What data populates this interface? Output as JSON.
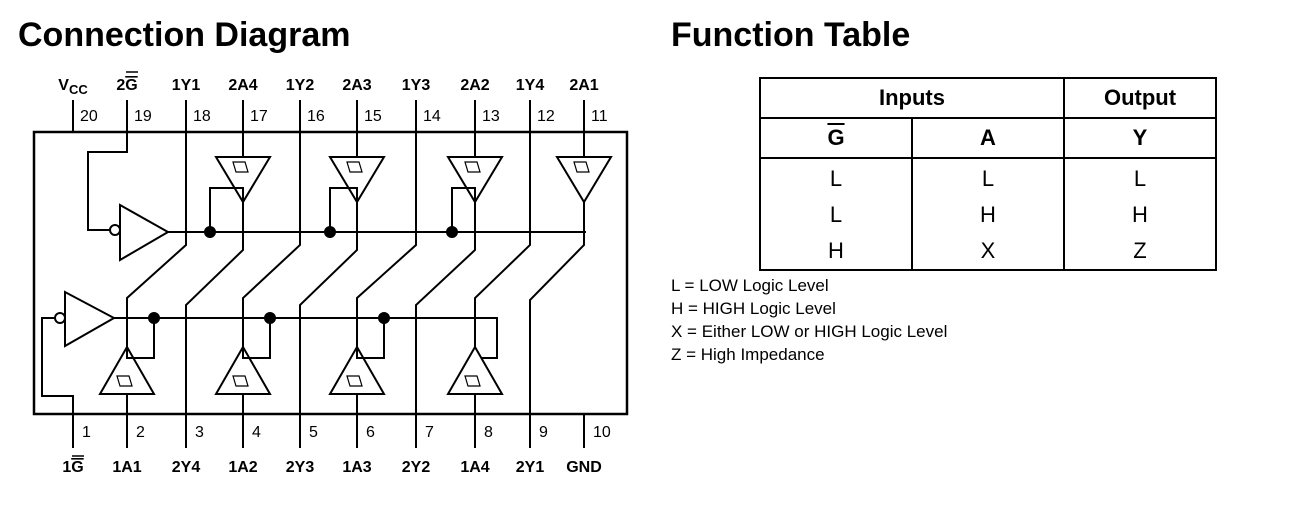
{
  "connection_title": "Connection Diagram",
  "function_title": "Function Table",
  "top_pins": [
    {
      "num": "20",
      "label": "VCC"
    },
    {
      "num": "19",
      "label": "2G"
    },
    {
      "num": "18",
      "label": "1Y1"
    },
    {
      "num": "17",
      "label": "2A4"
    },
    {
      "num": "16",
      "label": "1Y2"
    },
    {
      "num": "15",
      "label": "2A3"
    },
    {
      "num": "14",
      "label": "1Y3"
    },
    {
      "num": "13",
      "label": "2A2"
    },
    {
      "num": "12",
      "label": "1Y4"
    },
    {
      "num": "11",
      "label": "2A1"
    }
  ],
  "bottom_pins": [
    {
      "num": "1",
      "label": "1G"
    },
    {
      "num": "2",
      "label": "1A1"
    },
    {
      "num": "3",
      "label": "2Y4"
    },
    {
      "num": "4",
      "label": "1A2"
    },
    {
      "num": "5",
      "label": "2Y3"
    },
    {
      "num": "6",
      "label": "1A3"
    },
    {
      "num": "7",
      "label": "2Y2"
    },
    {
      "num": "8",
      "label": "1A4"
    },
    {
      "num": "9",
      "label": "2Y1"
    },
    {
      "num": "10",
      "label": "GND"
    }
  ],
  "table": {
    "group_inputs": "Inputs",
    "group_output": "Output",
    "col_g": "G",
    "col_a": "A",
    "col_y": "Y",
    "rows": [
      [
        "L",
        "L",
        "L"
      ],
      [
        "L",
        "H",
        "H"
      ],
      [
        "H",
        "X",
        "Z"
      ]
    ]
  },
  "legend": [
    "L = LOW Logic Level",
    "H = HIGH Logic Level",
    "X = Either LOW or HIGH Logic Level",
    "Z = High Impedance"
  ]
}
